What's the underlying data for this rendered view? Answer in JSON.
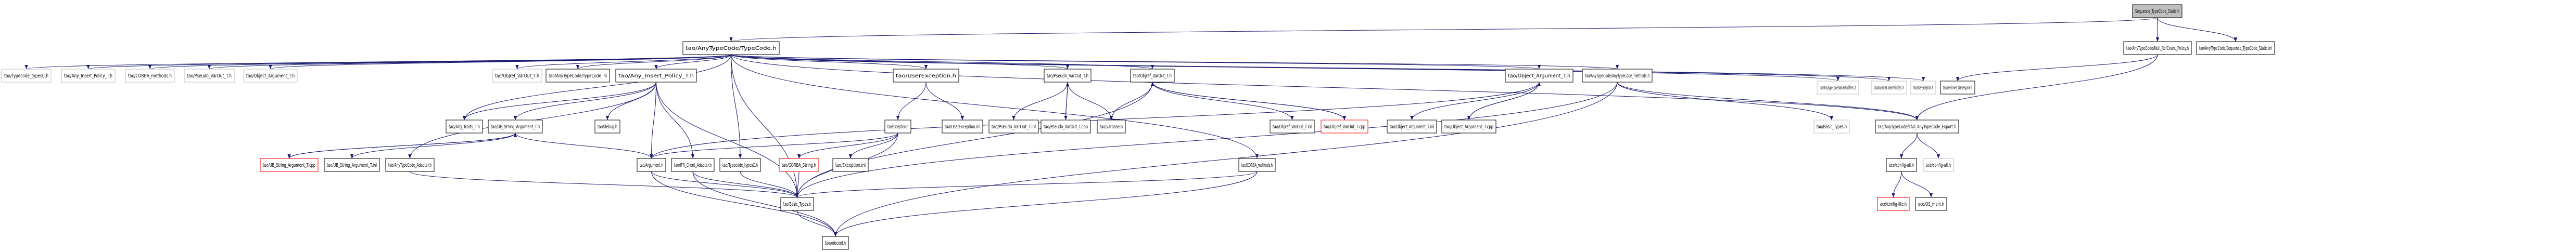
{
  "diagram": {
    "type": "include-dependency-graph",
    "root": "Sequence_TypeCode_Static.h",
    "colors": {
      "edge": "#191970",
      "root_fill": "#bfbfbf",
      "normal_border": "#000000",
      "external_border": "#bfbfbf",
      "truncated_border": "#ff0000",
      "text": "#000000"
    },
    "nodes": [
      {
        "id": "root",
        "label": "Sequence_TypeCode_Static.h",
        "kind": "root"
      },
      {
        "id": "tc_h",
        "label": "tao/AnyTypeCode/TypeCode.h",
        "kind": "normal"
      },
      {
        "id": "nullref",
        "label": "tao/AnyTypeCode/Null_RefCount_Policy.h",
        "kind": "normal"
      },
      {
        "id": "seq_inl",
        "label": "tao/AnyTypeCode/Sequence_TypeCode_Static.inl",
        "kind": "normal"
      },
      {
        "id": "ext_typecode_typesC",
        "label": "tao/Typecode_typesC.h",
        "kind": "external"
      },
      {
        "id": "ext_any_insert",
        "label": "tao/Any_Insert_Policy_T.h",
        "kind": "external"
      },
      {
        "id": "ext_corba_methods",
        "label": "tao/CORBA_methods.h",
        "kind": "external"
      },
      {
        "id": "ext_pseudo_varout",
        "label": "tao/Pseudo_VarOut_T.h",
        "kind": "external"
      },
      {
        "id": "ext_object_arg",
        "label": "tao/Object_Argument_T.h",
        "kind": "external"
      },
      {
        "id": "ext_objref_varout",
        "label": "tao/Objref_VarOut_T.h",
        "kind": "external"
      },
      {
        "id": "tc_inl",
        "label": "tao/AnyTypeCode/TypeCode.inl",
        "kind": "normal"
      },
      {
        "id": "any_insert",
        "label": "tao/Any_Insert_Policy_T.h",
        "kind": "normal"
      },
      {
        "id": "userexc",
        "label": "tao/UserException.h",
        "kind": "normal"
      },
      {
        "id": "pseudo_varout",
        "label": "tao/Pseudo_VarOut_T.h",
        "kind": "normal"
      },
      {
        "id": "objref_varout",
        "label": "tao/Objref_VarOut_T.h",
        "kind": "normal"
      },
      {
        "id": "object_arg",
        "label": "tao/Object_Argument_T.h",
        "kind": "normal"
      },
      {
        "id": "atc_methods",
        "label": "tao/AnyTypeCode/AnyTypeCode_methods.h",
        "kind": "normal"
      },
      {
        "id": "ext_valuemod",
        "label": "tao/AnyTypeCode/ValueModifierC.h",
        "kind": "external"
      },
      {
        "id": "ext_visibility",
        "label": "tao/AnyTypeCode/VisibilityC.h",
        "kind": "external"
      },
      {
        "id": "ext_userexc",
        "label": "tao/UserException.h",
        "kind": "external"
      },
      {
        "id": "versioned_ns",
        "label": "tao/Versioned_Namespace.h",
        "kind": "normal"
      },
      {
        "id": "arg_traits",
        "label": "tao/Arg_Traits_T.h",
        "kind": "normal"
      },
      {
        "id": "ub_string_arg",
        "label": "tao/UB_String_Argument_T.h",
        "kind": "normal"
      },
      {
        "id": "debug",
        "label": "tao/debug.h",
        "kind": "normal"
      },
      {
        "id": "exception_h",
        "label": "tao/Exception.h",
        "kind": "normal"
      },
      {
        "id": "userexc_inl",
        "label": "tao/UserException.inl",
        "kind": "normal"
      },
      {
        "id": "pseudo_inl",
        "label": "tao/Pseudo_VarOut_T.inl",
        "kind": "normal"
      },
      {
        "id": "pseudo_cpp",
        "label": "tao/Pseudo_VarOut_T.cpp",
        "kind": "normal"
      },
      {
        "id": "varbase",
        "label": "tao/varbase.h",
        "kind": "normal"
      },
      {
        "id": "objref_inl",
        "label": "tao/Objref_VarOut_T.inl",
        "kind": "normal"
      },
      {
        "id": "objref_cpp",
        "label": "tao/Objref_VarOut_T.cpp",
        "kind": "truncated"
      },
      {
        "id": "object_arg_inl",
        "label": "tao/Object_Argument_T.inl",
        "kind": "normal"
      },
      {
        "id": "object_arg_cpp",
        "label": "tao/Object_Argument_T.cpp",
        "kind": "normal"
      },
      {
        "id": "ext_basic_types",
        "label": "tao/Basic_Types.h",
        "kind": "external"
      },
      {
        "id": "tao_export",
        "label": "tao/AnyTypeCode/TAO_AnyTypeCode_Export.h",
        "kind": "normal"
      },
      {
        "id": "ub_string_cpp",
        "label": "tao/UB_String_Argument_T.cpp",
        "kind": "truncated"
      },
      {
        "id": "ub_string_inl",
        "label": "tao/UB_String_Argument_T.inl",
        "kind": "normal"
      },
      {
        "id": "atc_adapter",
        "label": "tao/AnyTypeCode_Adapter.h",
        "kind": "normal"
      },
      {
        "id": "argument_h",
        "label": "tao/Argument.h",
        "kind": "normal"
      },
      {
        "id": "ifr_client",
        "label": "tao/IFR_Client_Adapter.h",
        "kind": "normal"
      },
      {
        "id": "typecode_typesC",
        "label": "tao/Typecode_typesC.h",
        "kind": "normal"
      },
      {
        "id": "corba_string",
        "label": "tao/CORBA_String.h",
        "kind": "truncated"
      },
      {
        "id": "exception_inl",
        "label": "tao/Exception.inl",
        "kind": "normal"
      },
      {
        "id": "corba_methods",
        "label": "tao/CORBA_methods.h",
        "kind": "normal"
      },
      {
        "id": "ace_config_all",
        "label": "ace/config-all.h",
        "kind": "normal"
      },
      {
        "id": "ext_ace_config_all",
        "label": "ace/config-all.h",
        "kind": "external"
      },
      {
        "id": "basic_types",
        "label": "tao/Basic_Types.h",
        "kind": "normal"
      },
      {
        "id": "ace_config_lite",
        "label": "ace/config-lite.h",
        "kind": "truncated"
      },
      {
        "id": "ace_os_main",
        "label": "ace/OS_main.h",
        "kind": "normal"
      },
      {
        "id": "orbconf",
        "label": "tao/orbconf.h",
        "kind": "normal"
      }
    ],
    "edges": [
      [
        "root",
        "tc_h"
      ],
      [
        "root",
        "nullref"
      ],
      [
        "root",
        "seq_inl"
      ],
      [
        "nullref",
        "versioned_ns"
      ],
      [
        "nullref",
        "tao_export"
      ],
      [
        "tc_h",
        "ext_typecode_typesC"
      ],
      [
        "tc_h",
        "ext_any_insert"
      ],
      [
        "tc_h",
        "ext_corba_methods"
      ],
      [
        "tc_h",
        "ext_pseudo_varout"
      ],
      [
        "tc_h",
        "ext_object_arg"
      ],
      [
        "tc_h",
        "ext_objref_varout"
      ],
      [
        "tc_h",
        "tc_inl"
      ],
      [
        "tc_h",
        "any_insert"
      ],
      [
        "tc_h",
        "userexc"
      ],
      [
        "tc_h",
        "pseudo_varout"
      ],
      [
        "tc_h",
        "objref_varout"
      ],
      [
        "tc_h",
        "object_arg"
      ],
      [
        "tc_h",
        "atc_methods"
      ],
      [
        "tc_h",
        "ext_valuemod"
      ],
      [
        "tc_h",
        "ext_visibility"
      ],
      [
        "tc_h",
        "ext_userexc"
      ],
      [
        "tc_h",
        "arg_traits"
      ],
      [
        "tc_h",
        "typecode_typesC"
      ],
      [
        "tc_h",
        "basic_types"
      ],
      [
        "tc_h",
        "corba_methods"
      ],
      [
        "tc_h",
        "tao_export"
      ],
      [
        "any_insert",
        "arg_traits"
      ],
      [
        "any_insert",
        "ub_string_arg"
      ],
      [
        "any_insert",
        "debug"
      ],
      [
        "any_insert",
        "atc_adapter"
      ],
      [
        "any_insert",
        "argument_h"
      ],
      [
        "any_insert",
        "ifr_client"
      ],
      [
        "any_insert",
        "basic_types"
      ],
      [
        "ub_string_arg",
        "ub_string_cpp"
      ],
      [
        "ub_string_arg",
        "ub_string_inl"
      ],
      [
        "ub_string_arg",
        "argument_h"
      ],
      [
        "ub_string_cpp",
        "ub_string_arg"
      ],
      [
        "userexc",
        "exception_h"
      ],
      [
        "userexc",
        "userexc_inl"
      ],
      [
        "exception_h",
        "corba_string"
      ],
      [
        "exception_h",
        "exception_inl"
      ],
      [
        "exception_h",
        "basic_types"
      ],
      [
        "exception_h",
        "argument_h"
      ],
      [
        "pseudo_varout",
        "pseudo_inl"
      ],
      [
        "pseudo_varout",
        "pseudo_cpp"
      ],
      [
        "pseudo_varout",
        "varbase"
      ],
      [
        "pseudo_cpp",
        "pseudo_varout"
      ],
      [
        "objref_varout",
        "varbase"
      ],
      [
        "objref_varout",
        "objref_inl"
      ],
      [
        "objref_varout",
        "objref_cpp"
      ],
      [
        "objref_varout",
        "basic_types"
      ],
      [
        "objref_cpp",
        "objref_varout"
      ],
      [
        "object_arg",
        "object_arg_inl"
      ],
      [
        "object_arg",
        "object_arg_cpp"
      ],
      [
        "object_arg",
        "argument_h"
      ],
      [
        "object_arg_cpp",
        "object_arg"
      ],
      [
        "atc_methods",
        "ext_basic_types"
      ],
      [
        "atc_methods",
        "tao_export"
      ],
      [
        "atc_methods",
        "basic_types"
      ],
      [
        "atc_methods",
        "orbconf"
      ],
      [
        "tao_export",
        "ace_config_all"
      ],
      [
        "tao_export",
        "ext_ace_config_all"
      ],
      [
        "ace_config_all",
        "ace_config_lite"
      ],
      [
        "ace_config_all",
        "ace_os_main"
      ],
      [
        "atc_adapter",
        "basic_types"
      ],
      [
        "argument_h",
        "basic_types"
      ],
      [
        "argument_h",
        "orbconf"
      ],
      [
        "ifr_client",
        "basic_types"
      ],
      [
        "ifr_client",
        "orbconf"
      ],
      [
        "typecode_typesC",
        "basic_types"
      ],
      [
        "corba_string",
        "basic_types"
      ],
      [
        "corba_methods",
        "basic_types"
      ],
      [
        "corba_methods",
        "orbconf"
      ],
      [
        "basic_types",
        "orbconf"
      ]
    ]
  }
}
